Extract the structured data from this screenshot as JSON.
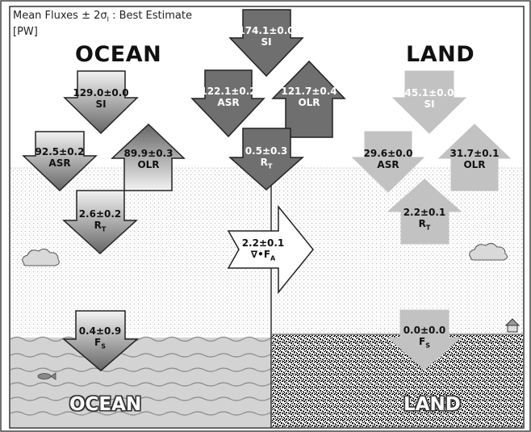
{
  "header": {
    "title_prefix": "Mean Fluxes ± 2σ",
    "title_sub": "I",
    "title_suffix": " : Best Estimate",
    "unit": "[PW]"
  },
  "regions": {
    "ocean_title": "OCEAN",
    "land_title": "LAND",
    "ocean_label": "OCEAN",
    "land_label": "LAND"
  },
  "fluxes": {
    "global_si": {
      "value": "174.1±0.0",
      "name": "SI"
    },
    "global_asr": {
      "value": "122.1±0.2",
      "name": "ASR"
    },
    "global_olr": {
      "value": "121.7±0.4",
      "name": "OLR"
    },
    "global_rt": {
      "value": "0.5±0.3",
      "name": "R",
      "sub": "T"
    },
    "ocean_si": {
      "value": "129.0±0.0",
      "name": "SI"
    },
    "ocean_asr": {
      "value": "92.5±0.2",
      "name": "ASR"
    },
    "ocean_olr": {
      "value": "89.9±0.3",
      "name": "OLR"
    },
    "ocean_rt": {
      "value": "2.6±0.2",
      "name": "R",
      "sub": "T"
    },
    "ocean_fs": {
      "value": "0.4±0.9",
      "name": "F",
      "sub": "S"
    },
    "land_si": {
      "value": "45.1±0.0",
      "name": "SI"
    },
    "land_asr": {
      "value": "29.6±0.0",
      "name": "ASR"
    },
    "land_olr": {
      "value": "31.7±0.1",
      "name": "OLR"
    },
    "land_rt": {
      "value": "2.2±0.1",
      "name": "R",
      "sub": "T"
    },
    "land_fs": {
      "value": "0.0±0.0",
      "name": "F",
      "sub": "S"
    },
    "transport": {
      "value": "2.2±0.1",
      "name": "∇•F",
      "sub": "A"
    }
  },
  "colors": {
    "global_arrow": "#6f6f6f",
    "ocean_arrow_top": "#f0f0f0",
    "ocean_arrow_bottom": "#6a6a6a",
    "land_arrow": "#c2c2c2",
    "ocean_water": "#d6d6d6",
    "sky_dots": "#c9c9c9"
  }
}
